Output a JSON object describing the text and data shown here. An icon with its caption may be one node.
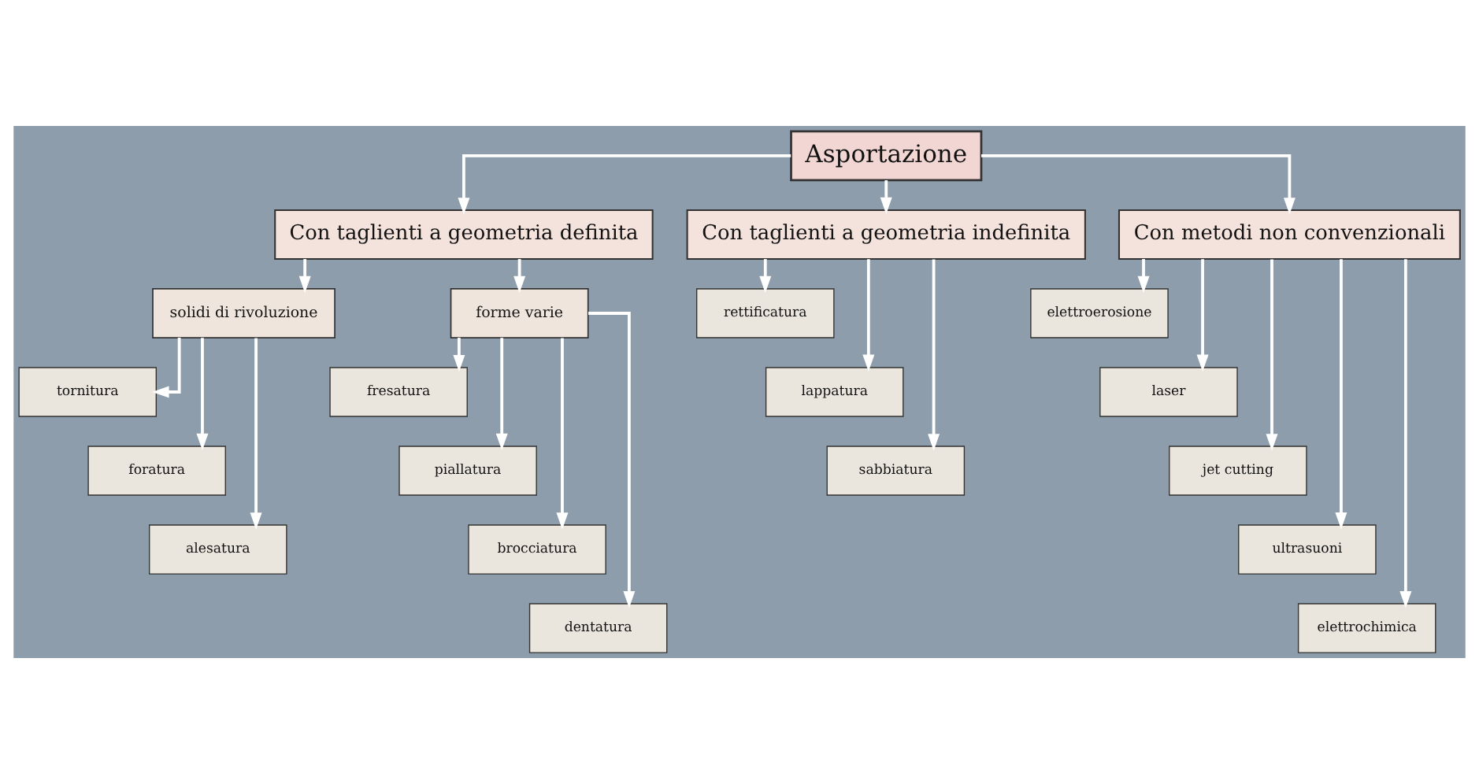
{
  "diagram": {
    "nodes": [
      {
        "text": [
          "Asportazione"
        ]
      },
      {
        "text": [
          "Con taglienti a geometria definita"
        ]
      },
      {
        "text": [
          "Con taglienti a geometria indefinita"
        ]
      },
      {
        "text": [
          "Con metodi non convenzionali"
        ]
      },
      {
        "text": [
          "solidi di rivoluzione"
        ]
      },
      {
        "text": [
          "forme varie"
        ]
      },
      {
        "text": [
          "tornitura"
        ]
      },
      {
        "text": [
          "foratura"
        ]
      },
      {
        "text": [
          "alesatura"
        ]
      },
      {
        "text": [
          "fresatura"
        ]
      },
      {
        "text": [
          "piallatura"
        ]
      },
      {
        "text": [
          "brocciatura"
        ]
      },
      {
        "text": [
          "dentatura"
        ]
      },
      {
        "text": [
          "rettificatura"
        ]
      },
      {
        "text": [
          "lappatura"
        ]
      },
      {
        "text": [
          "sabbiatura"
        ]
      },
      {
        "text": [
          "elettroerosione"
        ]
      },
      {
        "text": [
          "laser"
        ]
      },
      {
        "text": [
          "jet cutting"
        ]
      },
      {
        "text": [
          "ultrasuoni"
        ]
      },
      {
        "text": [
          "elettrochimica"
        ]
      }
    ],
    "edges": [
      {
        "from": 0,
        "to": 1,
        "arrow": "to"
      },
      {
        "from": 0,
        "to": 2,
        "arrow": "to"
      },
      {
        "from": 0,
        "to": 3,
        "arrow": "to"
      },
      {
        "from": 1,
        "to": 4,
        "arrow": "to"
      },
      {
        "from": 1,
        "to": 5,
        "arrow": "to"
      },
      {
        "from": 4,
        "to": 6,
        "arrow": "to"
      },
      {
        "from": 4,
        "to": 7,
        "arrow": "to"
      },
      {
        "from": 4,
        "to": 8,
        "arrow": "to"
      },
      {
        "from": 5,
        "to": 9,
        "arrow": "to"
      },
      {
        "from": 5,
        "to": 10,
        "arrow": "to"
      },
      {
        "from": 5,
        "to": 11,
        "arrow": "to"
      },
      {
        "from": 5,
        "to": 12,
        "arrow": "to"
      },
      {
        "from": 2,
        "to": 13,
        "arrow": "to"
      },
      {
        "from": 2,
        "to": 14,
        "arrow": "to"
      },
      {
        "from": 2,
        "to": 15,
        "arrow": "to"
      },
      {
        "from": 3,
        "to": 16,
        "arrow": "to"
      },
      {
        "from": 3,
        "to": 17,
        "arrow": "to"
      },
      {
        "from": 3,
        "to": 18,
        "arrow": "to"
      },
      {
        "from": 3,
        "to": 19,
        "arrow": "to"
      },
      {
        "from": 3,
        "to": 20,
        "arrow": "to"
      }
    ]
  }
}
